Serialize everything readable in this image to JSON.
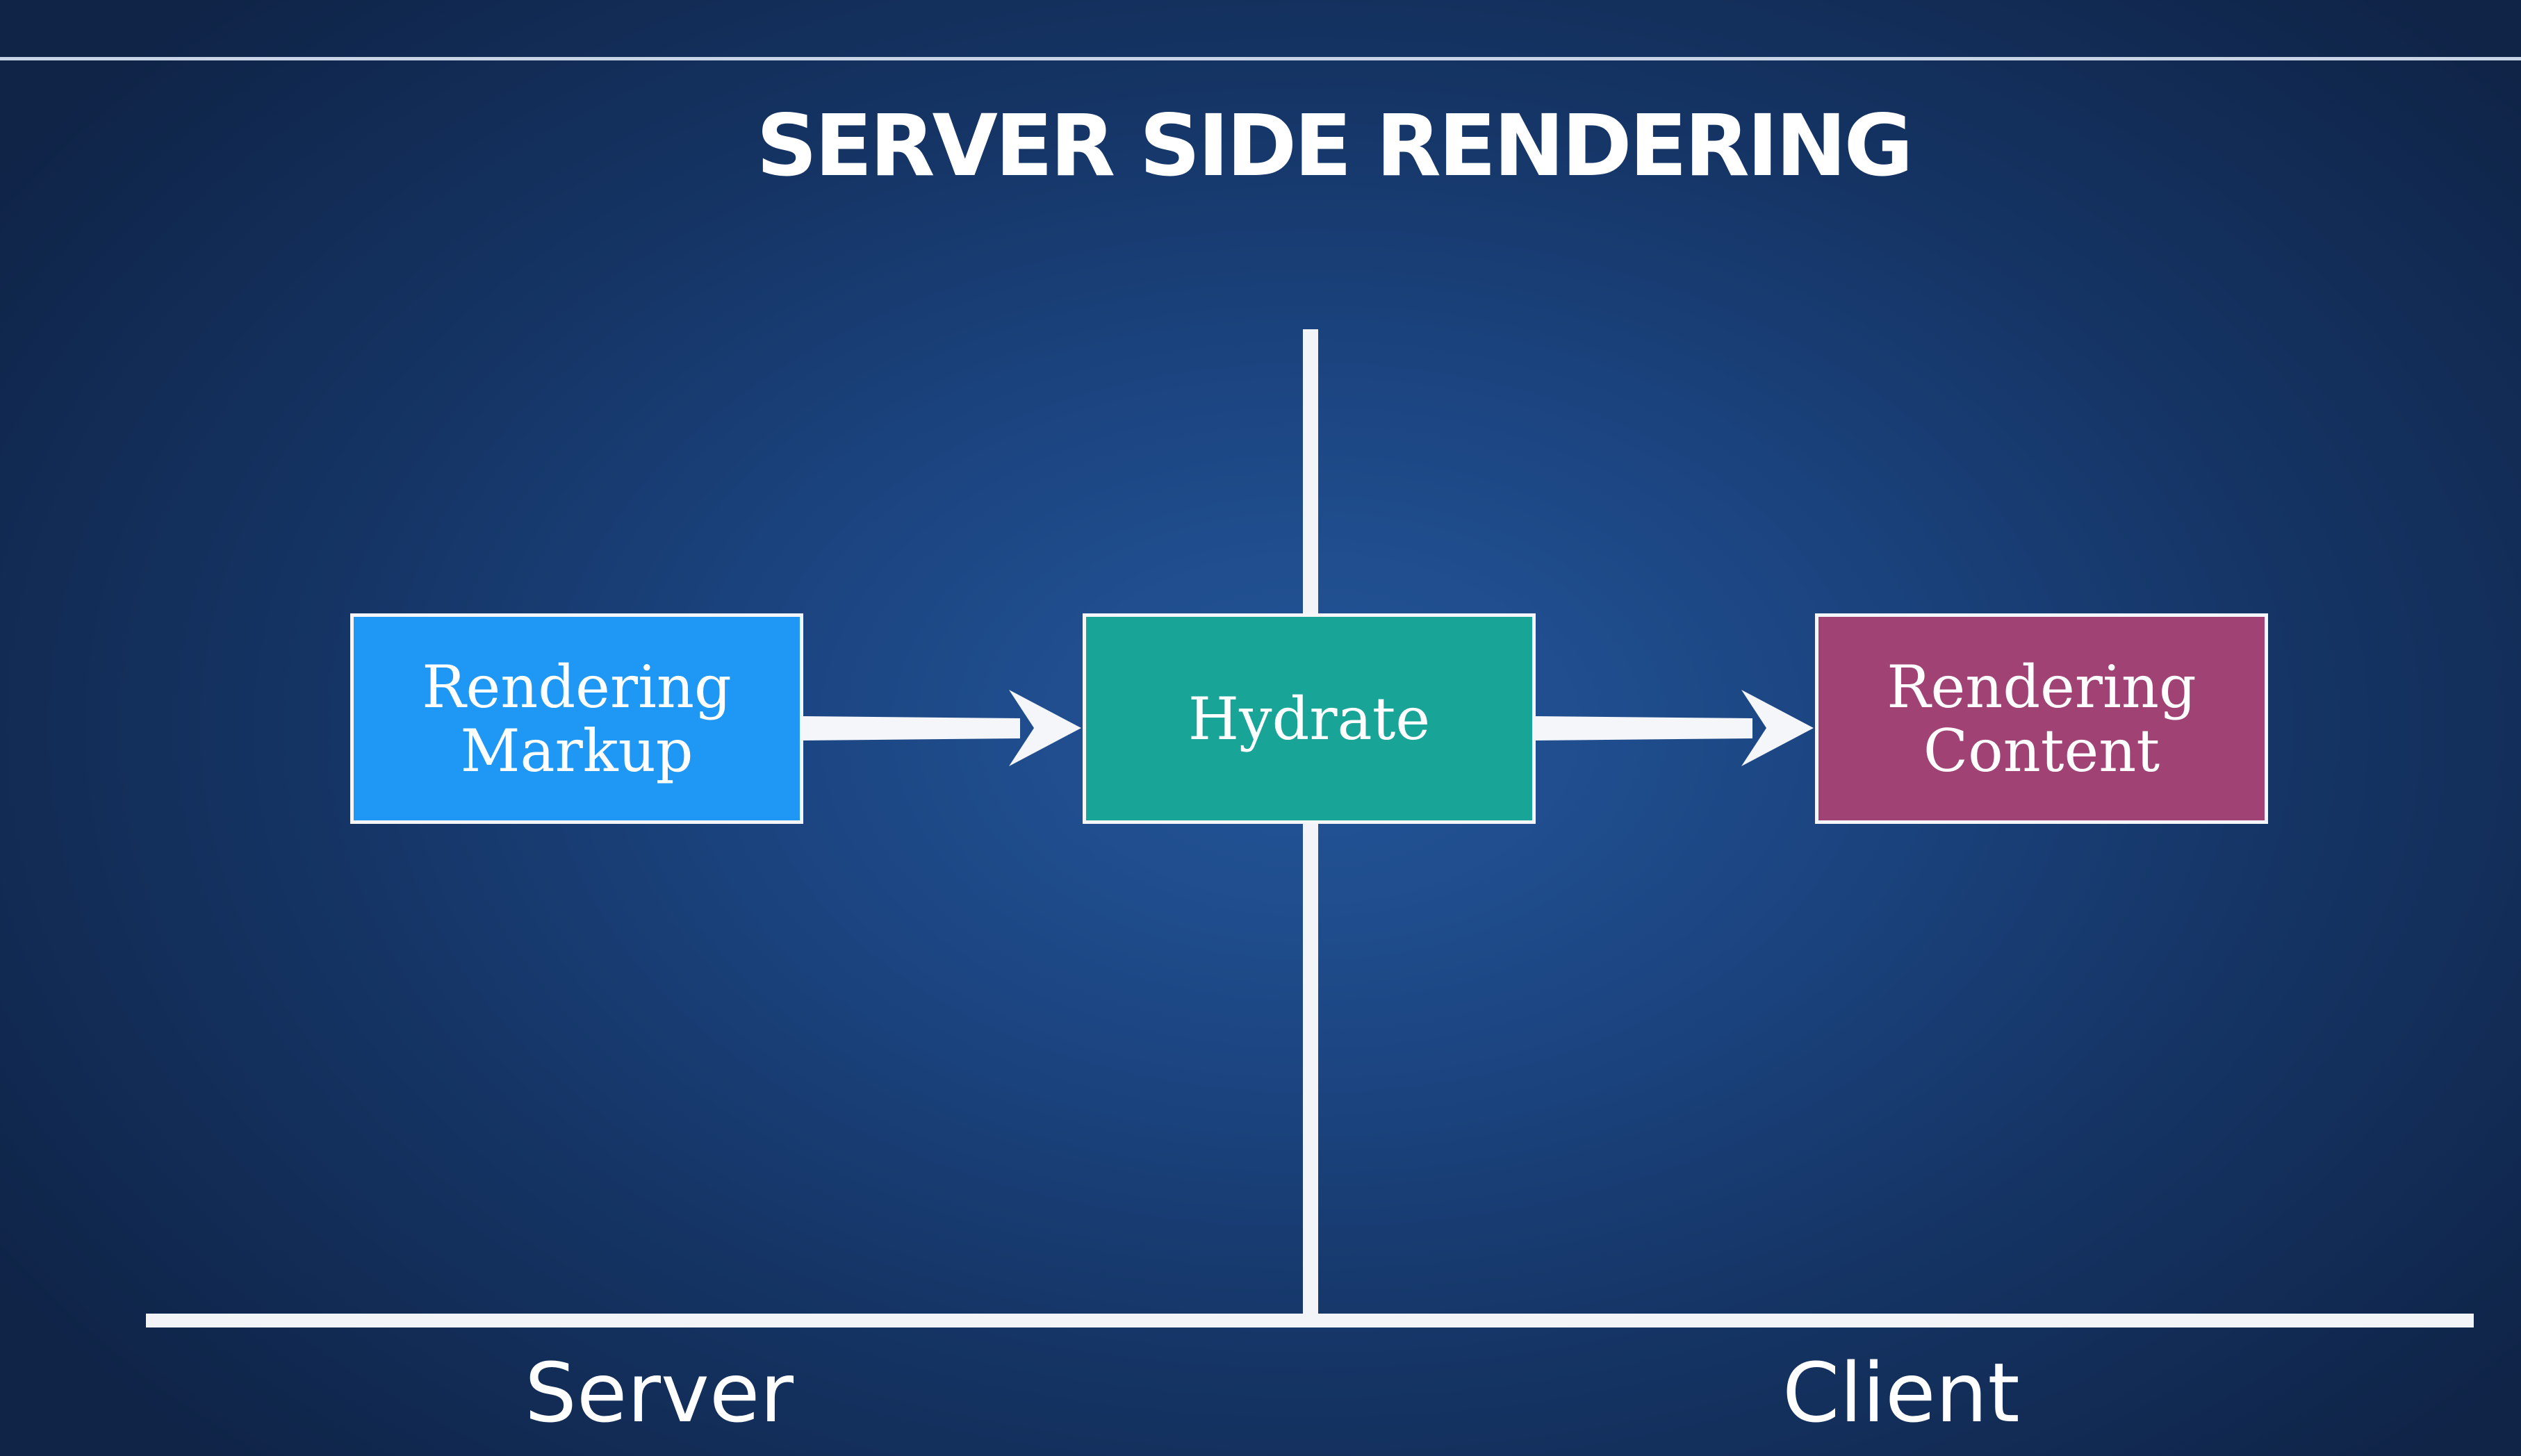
{
  "title": "SERVER SIDE RENDERING",
  "nodes": [
    {
      "id": "rendering-markup",
      "lines": [
        "Rendering",
        "Markup"
      ],
      "color": "#1e97f5"
    },
    {
      "id": "hydrate",
      "lines": [
        "Hydrate"
      ],
      "color": "#18a597"
    },
    {
      "id": "rendering-content",
      "lines": [
        "Rendering",
        "Content"
      ],
      "color": "#a04374"
    }
  ],
  "edges": [
    {
      "from": "rendering-markup",
      "to": "hydrate"
    },
    {
      "from": "hydrate",
      "to": "rendering-content"
    }
  ],
  "zones": {
    "left": "Server",
    "right": "Client"
  },
  "colors": {
    "background": "#1c4683",
    "lines": "#f2f4f8"
  }
}
